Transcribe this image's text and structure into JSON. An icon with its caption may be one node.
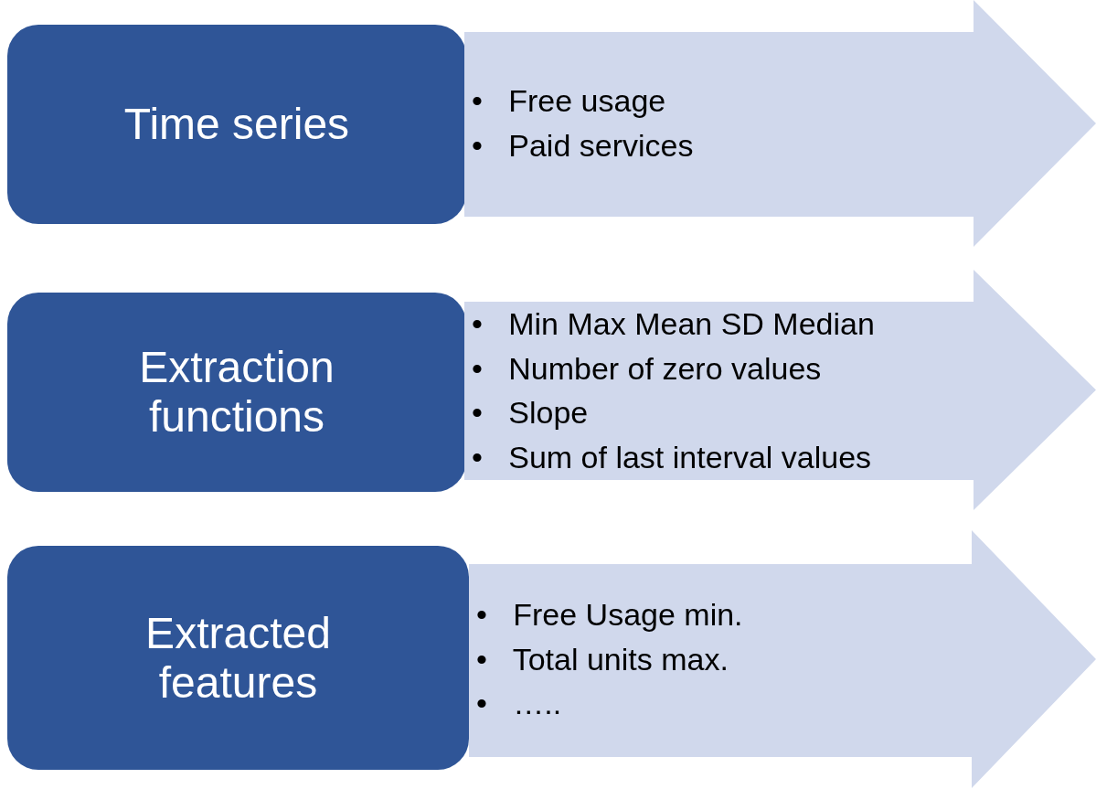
{
  "diagram": {
    "nodes": [
      {
        "text": [
          "Time series"
        ]
      },
      {
        "text": [
          "• Free usage",
          "• Paid services"
        ]
      },
      {
        "text": [
          "Extraction functions"
        ]
      },
      {
        "text": [
          "• Min Max Mean SD Median",
          "• Number of zero values",
          "• Slope",
          "• Sum of last interval values"
        ]
      },
      {
        "text": [
          "Extracted features"
        ]
      },
      {
        "text": [
          "• Free Usage min.",
          "• Total units max.",
          "• ….."
        ]
      }
    ],
    "edges": []
  }
}
